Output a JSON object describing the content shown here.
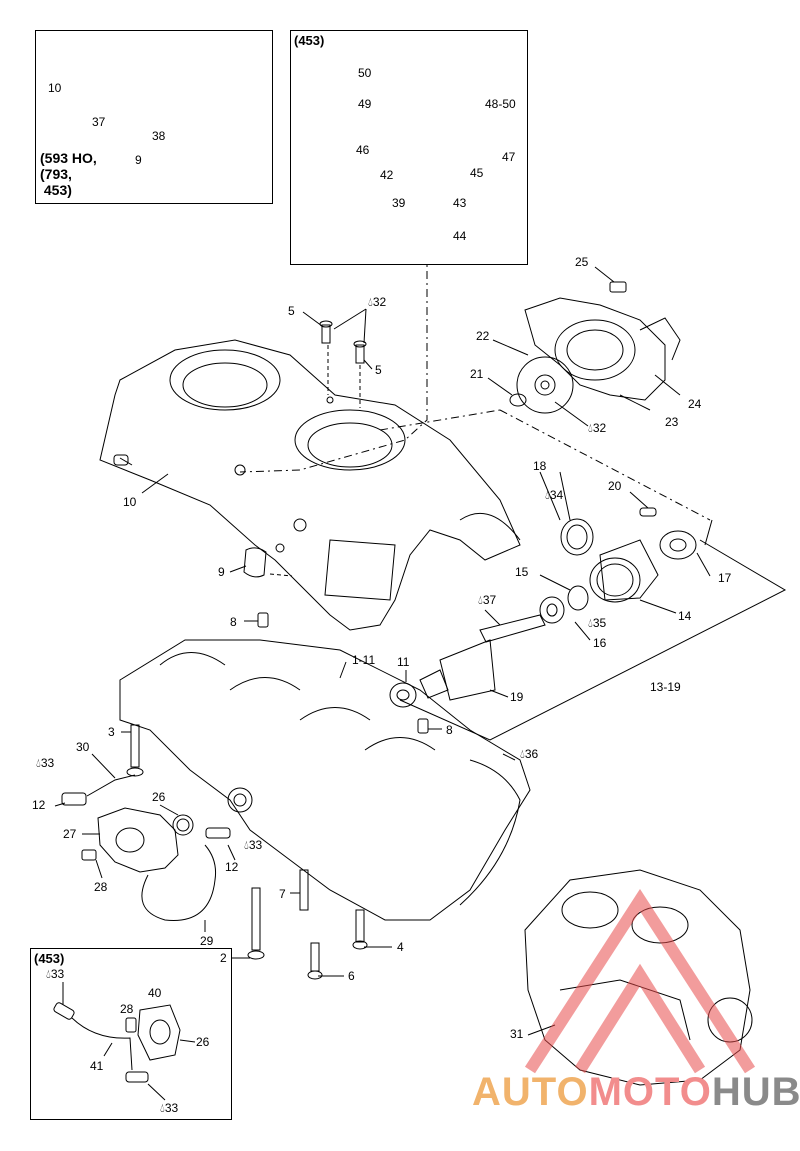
{
  "panels": {
    "top_left_note": "(593 HO,\n(793,\n 453)",
    "top_right_title": "(453)",
    "bottom_left_title": "(453)"
  },
  "watermark": {
    "part1": "AUTO",
    "part2": "MOTO",
    "part3": "HUB",
    "colors": {
      "auto": "#f1b36c",
      "moto": "#f28d8d",
      "hub": "#8a8a8a",
      "triangle": "#e84a4a"
    }
  },
  "callouts": {
    "tl_10": "10",
    "tl_37": "37",
    "tl_38": "38",
    "tl_9": "9",
    "tr_50": "50",
    "tr_49": "49",
    "tr_4850": "48-50",
    "tr_46": "46",
    "tr_47": "47",
    "tr_42": "42",
    "tr_45": "45",
    "tr_39": "39",
    "tr_43": "43",
    "tr_44": "44",
    "m_25": "25",
    "m_5a": "5",
    "m_32a": "32",
    "m_5b": "5",
    "m_22": "22",
    "m_21": "21",
    "m_24": "24",
    "m_23": "23",
    "m_32b": "32",
    "m_18": "18",
    "m_34": "34",
    "m_20": "20",
    "m_10": "10",
    "m_17": "17",
    "m_9": "9",
    "m_15": "15",
    "m_14": "14",
    "m_37": "37",
    "m_35": "35",
    "m_8a": "8",
    "m_16": "16",
    "m_111": "1-11",
    "m_11": "11",
    "m_19": "19",
    "m_1319": "13-19",
    "m_3": "3",
    "m_8b": "8",
    "m_36": "36",
    "m_30": "30",
    "m_33a": "33",
    "m_12a": "12",
    "m_26": "26",
    "m_27": "27",
    "m_12b": "12",
    "m_33b": "33",
    "m_28": "28",
    "m_7": "7",
    "m_29": "29",
    "m_2": "2",
    "m_4": "4",
    "m_6": "6",
    "m_31": "31",
    "bl_33a": "33",
    "bl_40": "40",
    "bl_28": "28",
    "bl_26": "26",
    "bl_41": "41",
    "bl_33b": "33"
  }
}
